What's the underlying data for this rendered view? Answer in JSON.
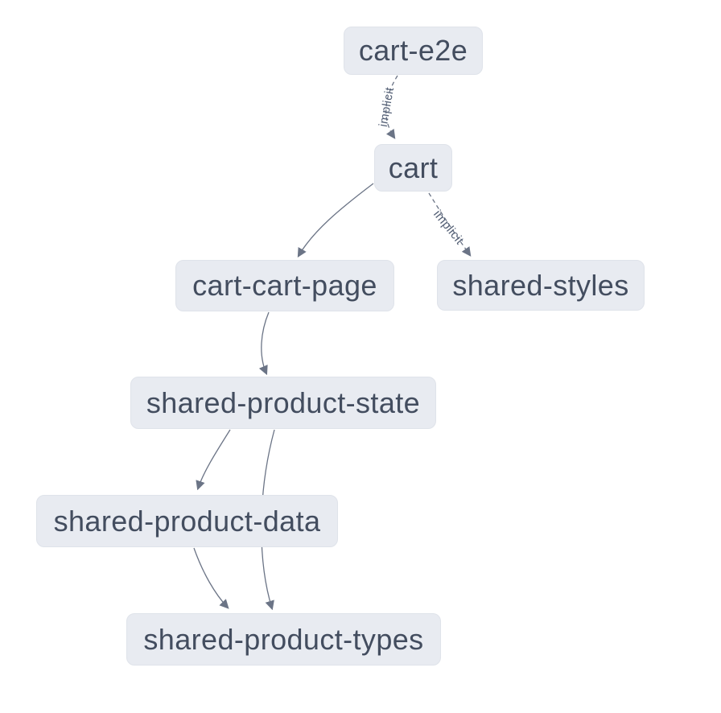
{
  "diagram": {
    "kind": "project-dependency-graph",
    "colors": {
      "background": "#ffffff",
      "node_fill": "#e8ebf1",
      "node_border": "#dfe3ea",
      "node_text": "#434d5f",
      "edge_stroke": "#6b7486",
      "edge_label_text": "#525e74"
    },
    "nodes": [
      {
        "id": "cart-e2e",
        "label": "cart-e2e"
      },
      {
        "id": "cart",
        "label": "cart"
      },
      {
        "id": "cart-cart-page",
        "label": "cart-cart-page"
      },
      {
        "id": "shared-styles",
        "label": "shared-styles"
      },
      {
        "id": "shared-product-state",
        "label": "shared-product-state"
      },
      {
        "id": "shared-product-data",
        "label": "shared-product-data"
      },
      {
        "id": "shared-product-types",
        "label": "shared-product-types"
      }
    ],
    "edges": [
      {
        "from": "cart-e2e",
        "to": "cart",
        "type": "implicit",
        "label": "implicit",
        "style": "dashed"
      },
      {
        "from": "cart",
        "to": "cart-cart-page",
        "type": "static",
        "label": "",
        "style": "solid"
      },
      {
        "from": "cart",
        "to": "shared-styles",
        "type": "implicit",
        "label": "implicit",
        "style": "dashed"
      },
      {
        "from": "cart-cart-page",
        "to": "shared-product-state",
        "type": "static",
        "label": "",
        "style": "solid"
      },
      {
        "from": "shared-product-state",
        "to": "shared-product-data",
        "type": "static",
        "label": "",
        "style": "solid"
      },
      {
        "from": "shared-product-state",
        "to": "shared-product-types",
        "type": "static",
        "label": "",
        "style": "solid"
      },
      {
        "from": "shared-product-data",
        "to": "shared-product-types",
        "type": "static",
        "label": "",
        "style": "solid"
      }
    ]
  }
}
